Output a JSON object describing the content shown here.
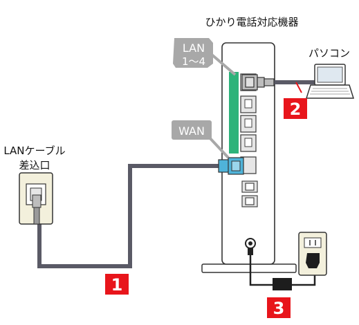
{
  "device_title": "ひかり電話対応機器",
  "pc_label": "パソコン",
  "wall_label_line1": "LANケーブル",
  "wall_label_line2": "差込口",
  "lan_tag_line1": "LAN",
  "lan_tag_line2": "1～4",
  "wan_tag": "WAN",
  "step_1": "1",
  "step_2": "2",
  "step_3": "3",
  "colors": {
    "cable": "#5a5a66",
    "port_highlight": "#2db37a",
    "step_badge": "#e8151b",
    "tag_gray": "#a8a8a8",
    "wan_connector": "#4fb3d9"
  }
}
